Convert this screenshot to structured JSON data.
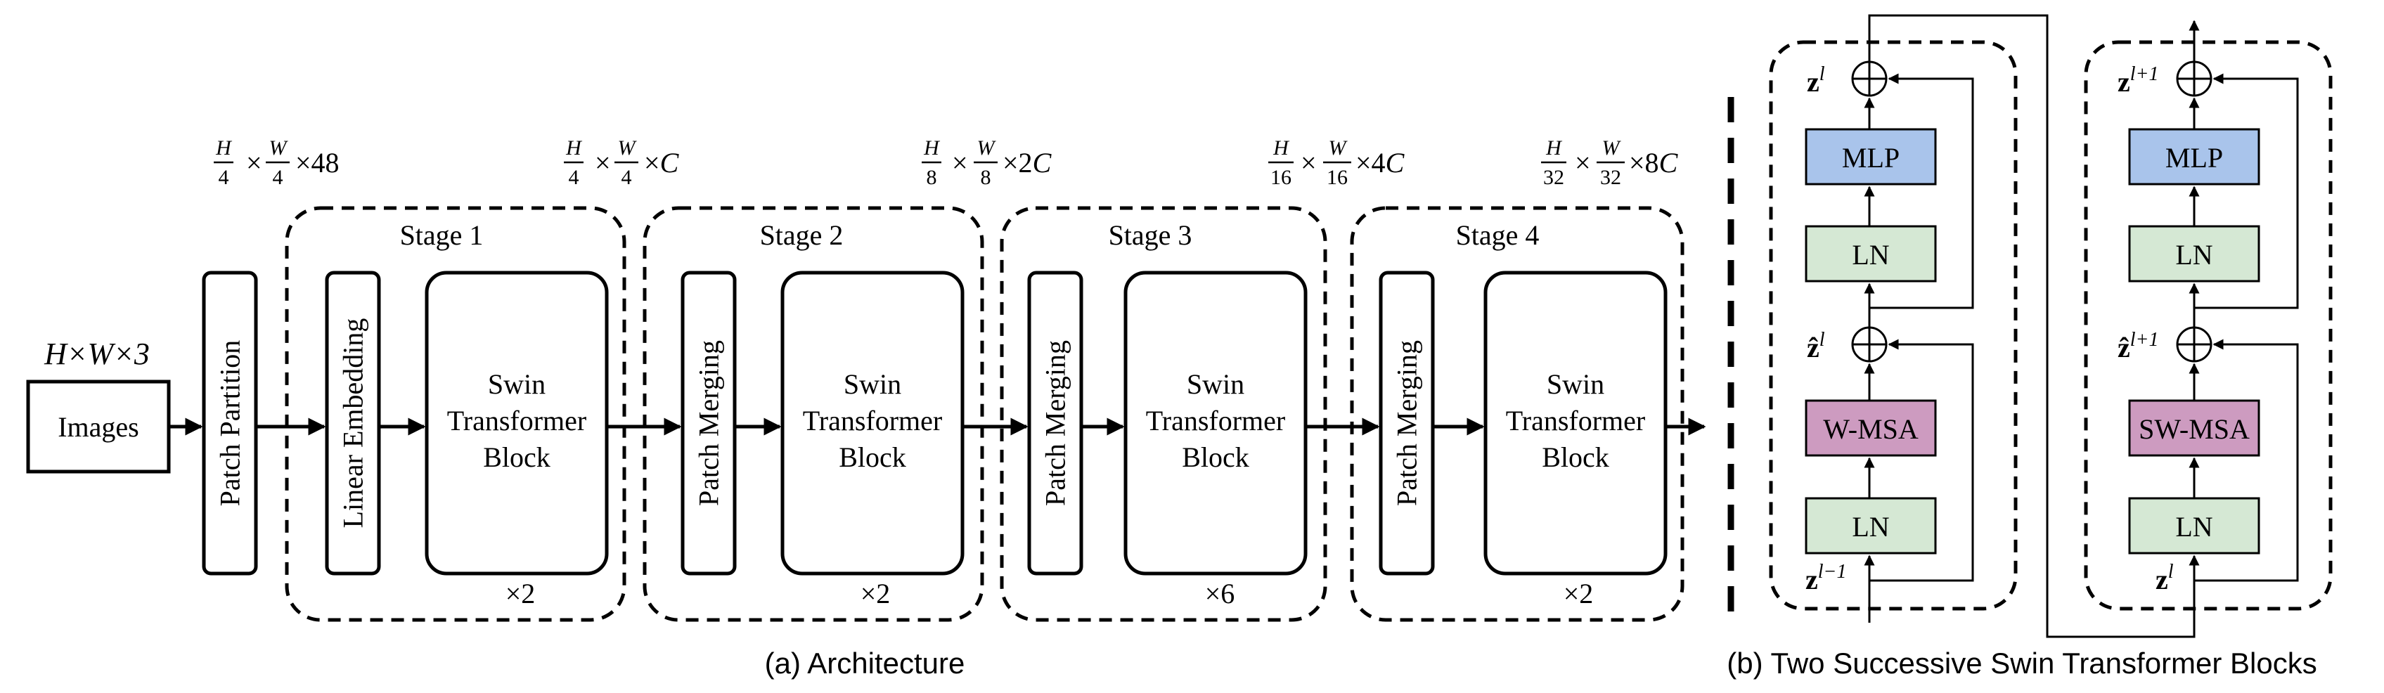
{
  "dims": {
    "input": "H×W×3",
    "after_partition": "H/4 × W/4 ×48",
    "stage1": "H/4 × W/4 ×C",
    "stage2": "H/8 × W/8 ×2C",
    "stage3": "H/16 × W/16 ×4C",
    "stage4": "H/32 × W/32 ×8C"
  },
  "images_label": "Images",
  "patch_partition": "Patch Partition",
  "linear_embedding": "Linear Embedding",
  "patch_merging": "Patch Merging",
  "swin_block": {
    "line1": "Swin",
    "line2": "Transformer",
    "line3": "Block"
  },
  "stages": [
    {
      "title": "Stage 1",
      "repeat": "×2"
    },
    {
      "title": "Stage 2",
      "repeat": "×2"
    },
    {
      "title": "Stage 3",
      "repeat": "×6"
    },
    {
      "title": "Stage 4",
      "repeat": "×2"
    }
  ],
  "captions": {
    "a": "(a) Architecture",
    "b": "(b) Two Successive Swin Transformer Blocks"
  },
  "blocks": {
    "mlp": "MLP",
    "ln": "LN",
    "wmsa": "W-MSA",
    "swmsa": "SW-MSA"
  },
  "vars": {
    "left": {
      "out": "z^l",
      "mid": "ẑ^l",
      "in": "z^{l−1}"
    },
    "right": {
      "out": "z^{l+1}",
      "mid": "ẑ^{l+1}",
      "in": "z^l"
    }
  },
  "colors": {
    "mlp": "#a9c4eb",
    "ln": "#d5e8d4",
    "msa": "#cd9bc0"
  }
}
